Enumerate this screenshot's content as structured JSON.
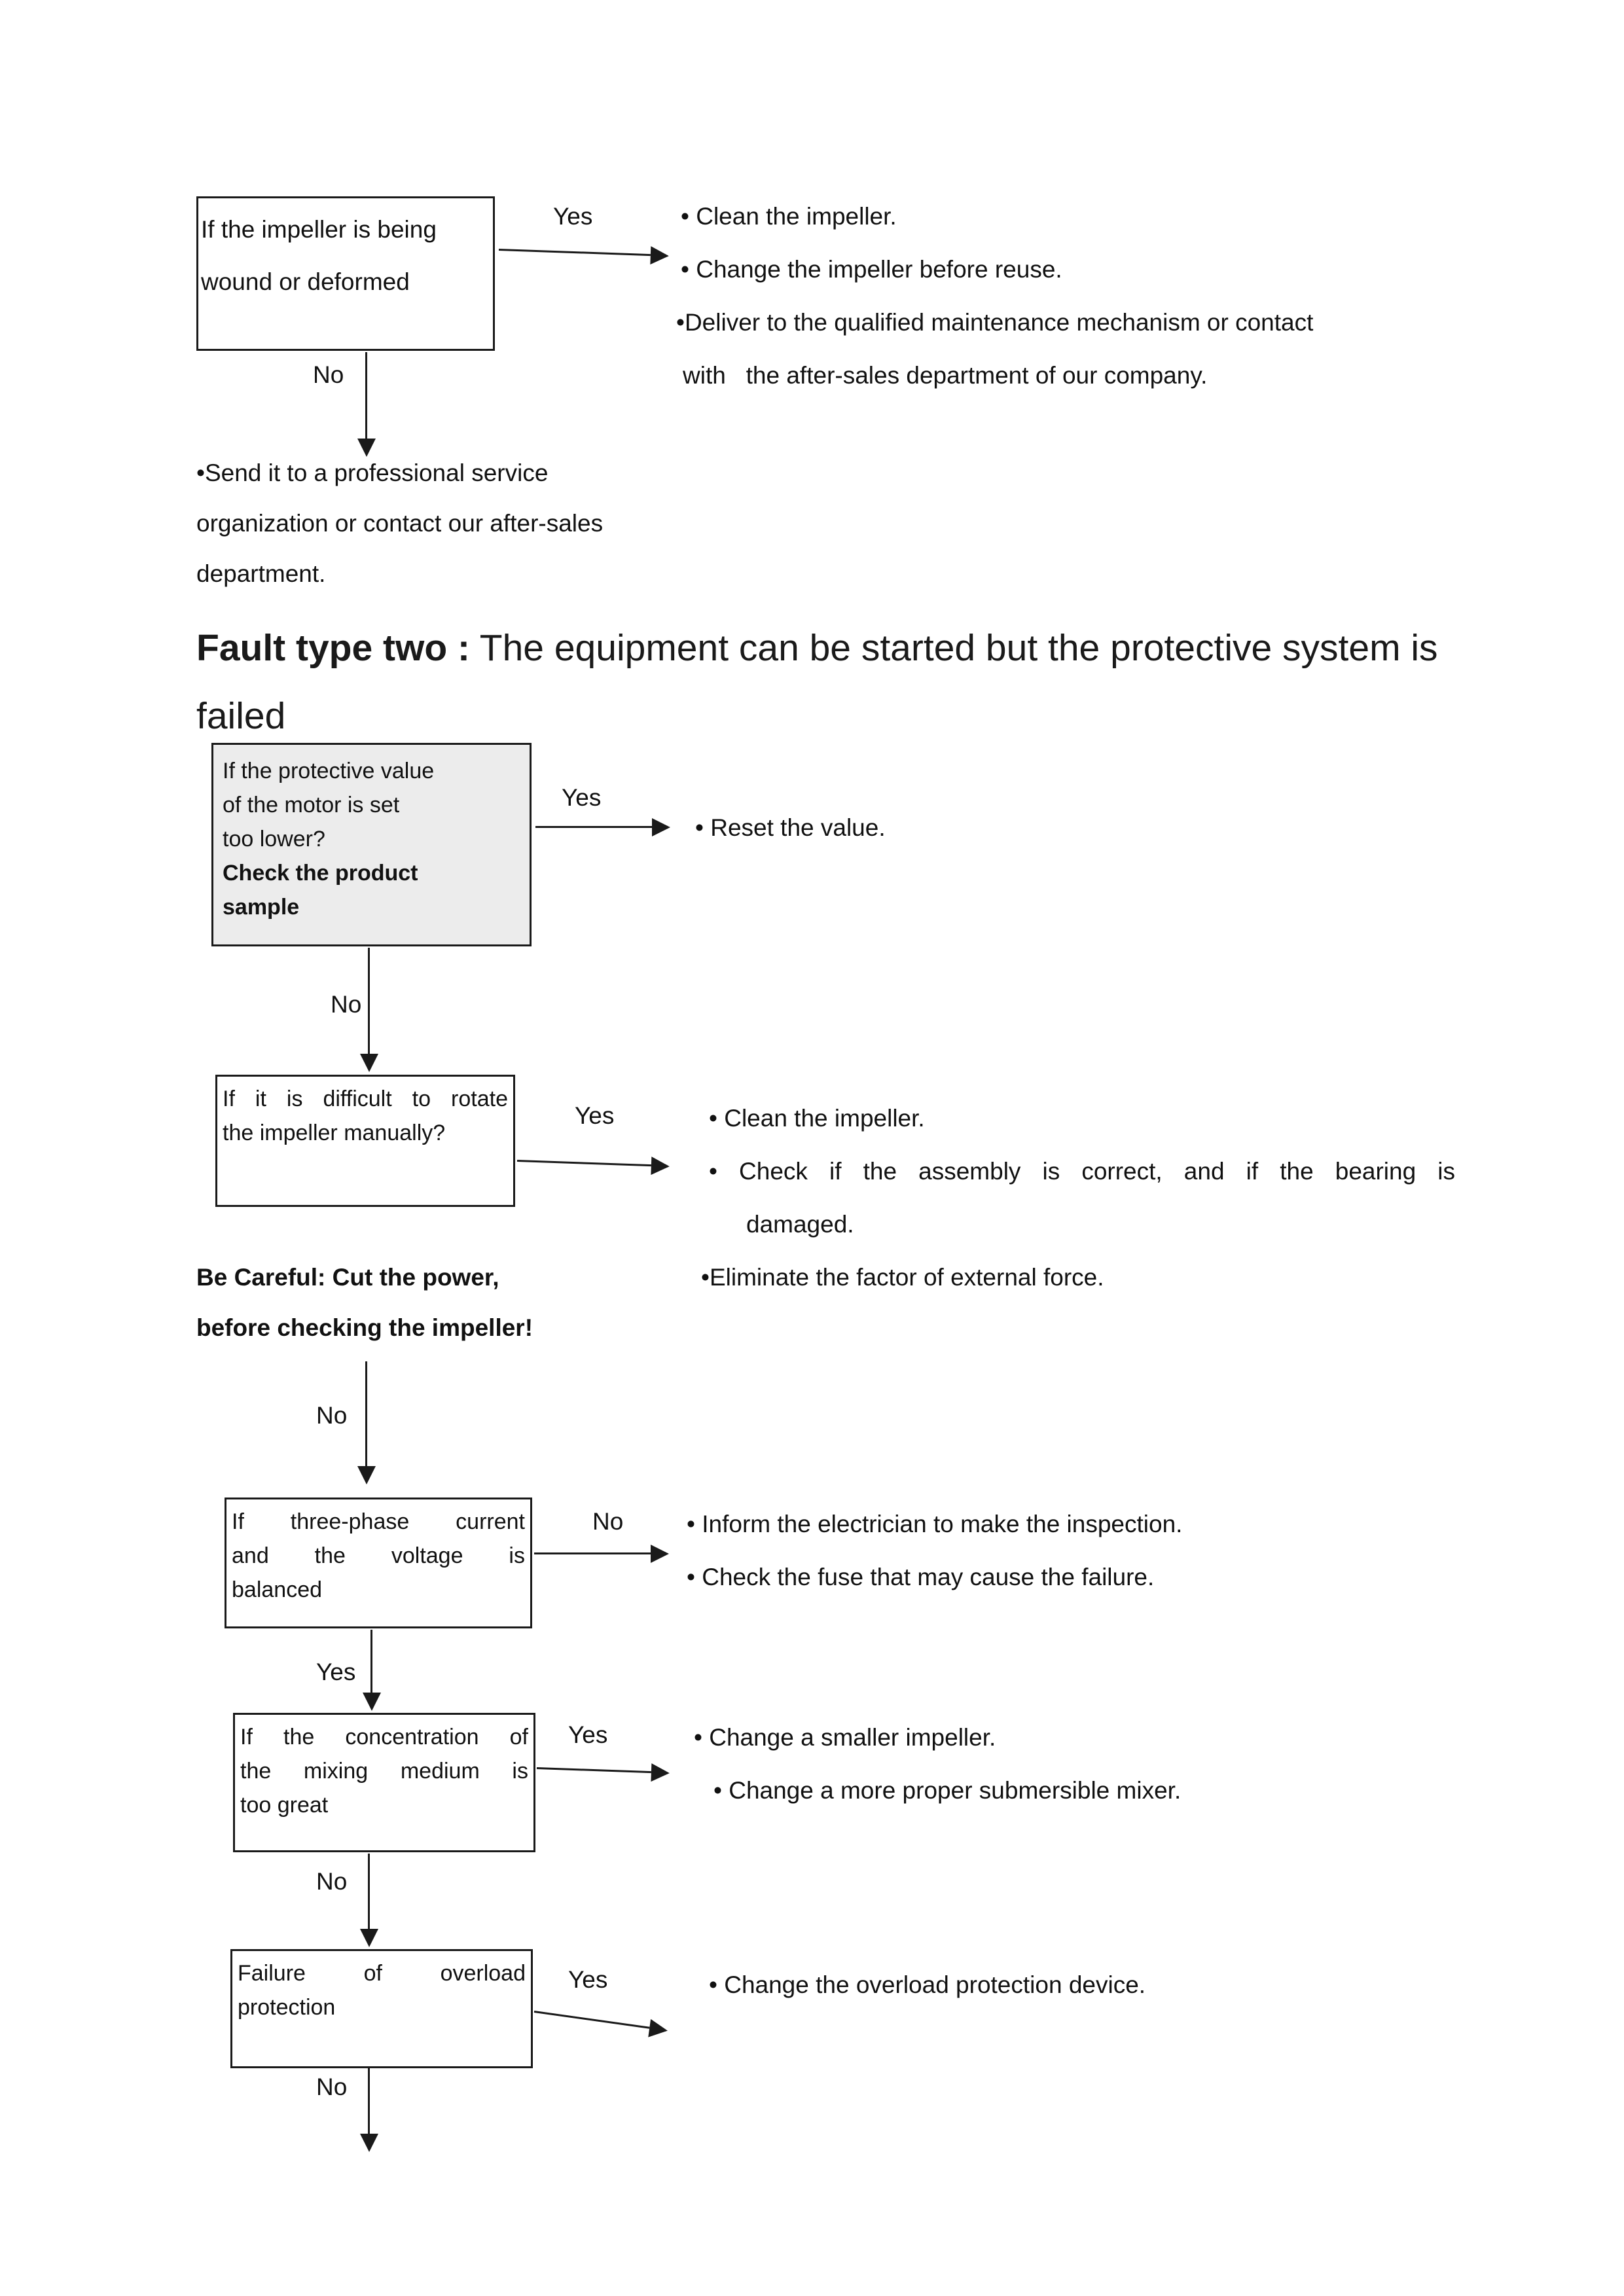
{
  "labels": {
    "yes": "Yes",
    "no": "No"
  },
  "flow_impeller": {
    "box_lines": [
      "If the impeller is being",
      "wound or deformed"
    ],
    "yes_actions": [
      "• Clean the impeller.",
      "• Change the impeller before reuse.",
      "•Deliver to the qualified maintenance mechanism or contact",
      "with   the after-sales department of our company."
    ],
    "no_action_lines": [
      "•Send it to a professional service",
      "organization or contact our after-sales",
      "department."
    ]
  },
  "heading": {
    "bold": "Fault type two :",
    "rest": " The equipment can be started but the protective system is failed"
  },
  "flow_protective": {
    "box_lines": [
      "If the protective value",
      "of the motor is set",
      "too lower?"
    ],
    "box_bold_lines": [
      "Check the product",
      "sample"
    ],
    "yes_actions": [
      "• Reset the value."
    ]
  },
  "flow_rotate": {
    "box_lines": [
      "If it is difficult to rotate",
      "the impeller manually?"
    ],
    "yes_action_1": "• Clean the impeller.",
    "yes_action_2": "• Check if the assembly is correct, and if the bearing is",
    "yes_action_2_cont": "damaged.",
    "yes_action_3": "•Eliminate the factor of external force.",
    "caution_lines": [
      "Be Careful: Cut the power,",
      "before checking the impeller!"
    ]
  },
  "flow_three_phase": {
    "box_lines": [
      "If three-phase current",
      "and the voltage is",
      "balanced"
    ],
    "no_actions": [
      "• Inform the electrician to make the inspection.",
      "• Check the fuse that may cause the failure."
    ]
  },
  "flow_concentration": {
    "box_lines": [
      "If the concentration of",
      "the mixing medium is",
      "too great"
    ],
    "yes_actions": [
      "• Change a smaller impeller.",
      "• Change a more proper submersible mixer."
    ]
  },
  "flow_overload": {
    "box_lines": [
      "Failure of overload",
      "protection"
    ],
    "yes_actions": [
      "• Change the overload protection device."
    ]
  }
}
